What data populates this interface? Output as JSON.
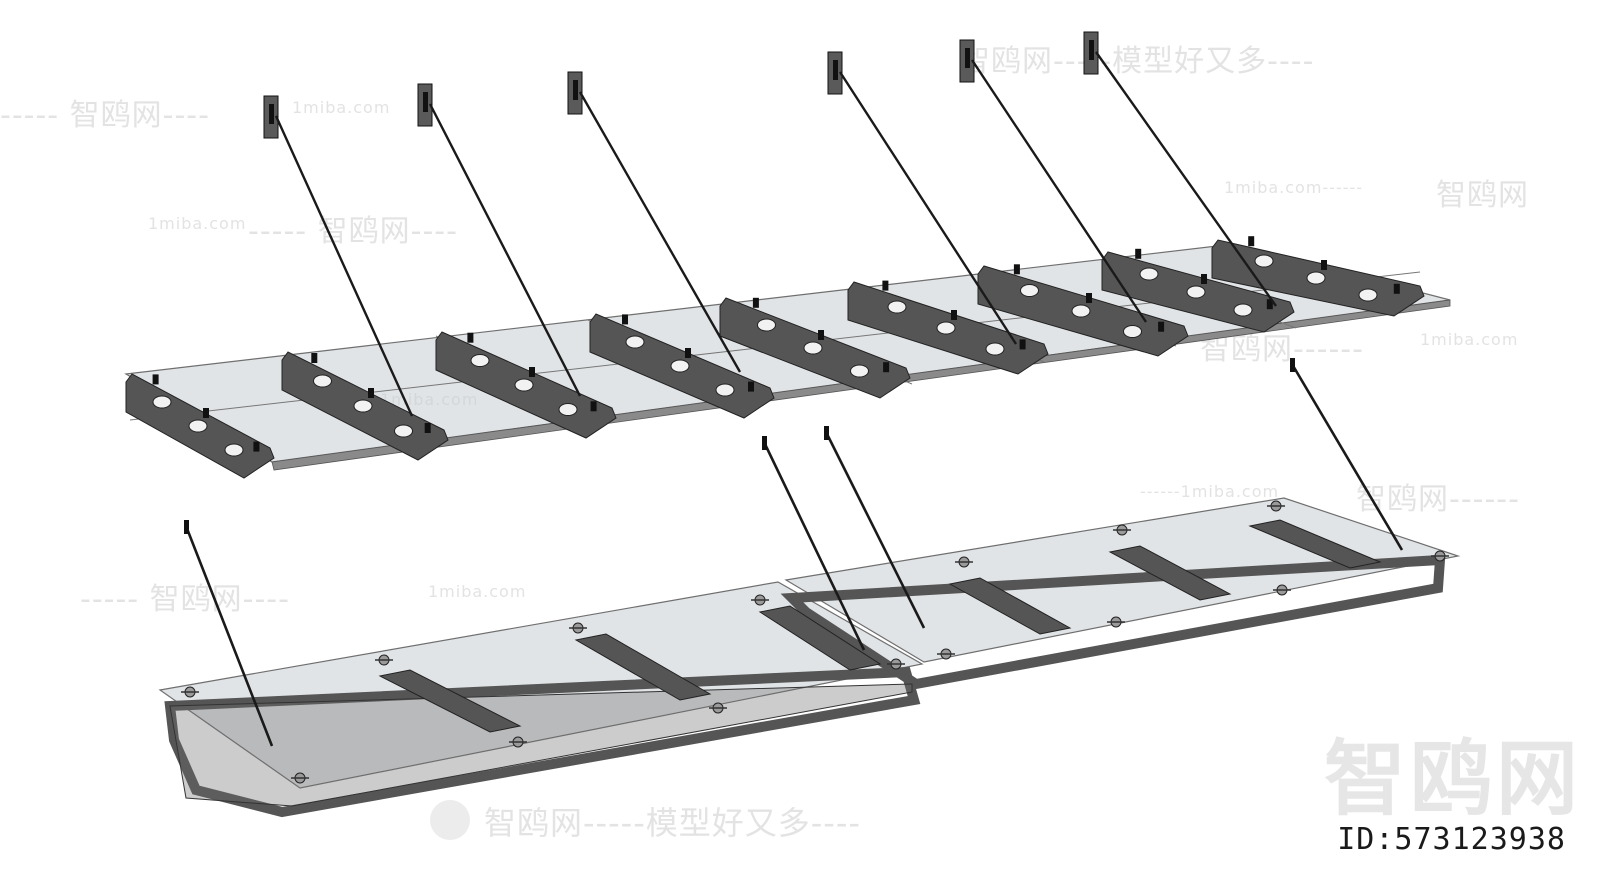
{
  "watermarks": {
    "brand_tagline": "智鸥网-----模型好又多----",
    "brand_tagline_bottom": "智鸥网-----模型好又多----",
    "brand": "智鸥网",
    "brand_dash_left": "----- 智鸥网----",
    "brand_dash_right": "智鸥网------",
    "site": "1miba.com",
    "site_dash_right": "1miba.com------",
    "site_dash_left": "------1miba.com",
    "big_logo": "智鸥网"
  },
  "id_label": "ID:573123938",
  "colors": {
    "glass": "#c9ced2",
    "frame": "#555555",
    "rod": "#1a1a1a",
    "watermark": "#e3e3e3"
  },
  "icons": [
    "wall-bracket-icon",
    "tension-rod-icon",
    "logo-circle-icon"
  ]
}
